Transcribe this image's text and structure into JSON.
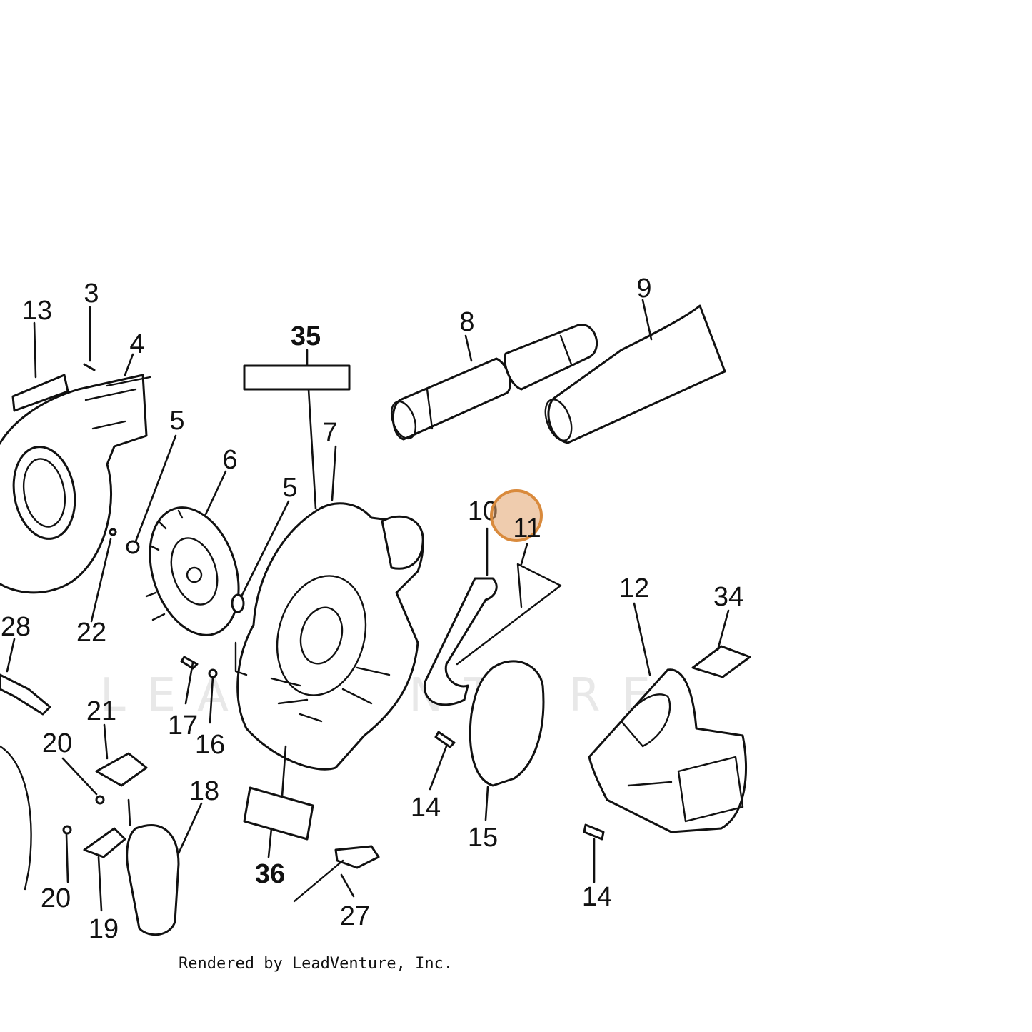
{
  "diagram": {
    "callouts": {
      "c13": "13",
      "c3": "3",
      "c4": "4",
      "c35": "35",
      "c8": "8",
      "c9": "9",
      "c5a": "5",
      "c6": "6",
      "c7": "7",
      "c5b": "5",
      "c10": "10",
      "c11": "11",
      "c12": "12",
      "c34": "34",
      "c28": "28",
      "c22": "22",
      "c21": "21",
      "c20a": "20",
      "c17": "17",
      "c16": "16",
      "c18": "18",
      "c20b": "20",
      "c19": "19",
      "c36": "36",
      "c27": "27",
      "c14a": "14",
      "c15": "15",
      "c14b": "14"
    },
    "highlighted_callout": "11",
    "highlight_color": "#e2a36b",
    "watermark": "LEADVENTURE",
    "credit": "Rendered by LeadVenture, Inc."
  }
}
